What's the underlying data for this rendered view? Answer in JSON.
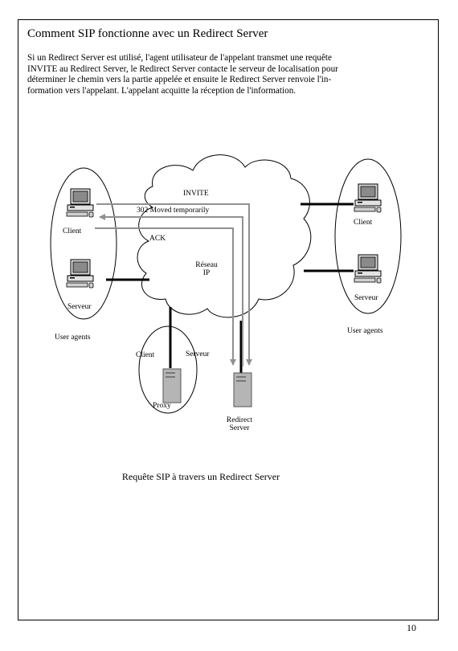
{
  "header": {
    "title": "Comment SIP fonctionne avec un Redirect Server"
  },
  "intro_lines": [
    "Si un Redirect Server est utilisé, l'agent utilisateur de l'appelant transmet une requête",
    "INVITE au Redirect Server, le Redirect Server contacte le serveur de localisation pour",
    "déterminer le chemin vers la partie appelée et ensuite le Redirect Server renvoie l'in-",
    "formation vers l'appelant. L'appelant acquitte la réception de l'information."
  ],
  "diagram": {
    "messages": {
      "invite": "INVITE",
      "moved": "302 Moved temporarily",
      "ack": "ACK"
    },
    "network": {
      "line1": "Réseau",
      "line2": "IP"
    },
    "left": {
      "client": "Client",
      "server": "Serveur",
      "group": "User agents"
    },
    "right": {
      "client": "Client",
      "server": "Serveur",
      "group": "User agents"
    },
    "proxy": {
      "client": "Client",
      "server": "Serveur",
      "name": "Proxy"
    },
    "redirect": {
      "line1": "Redirect",
      "line2": "Server"
    }
  },
  "caption": "Requête SIP à travers un Redirect Server",
  "page_number": "10"
}
